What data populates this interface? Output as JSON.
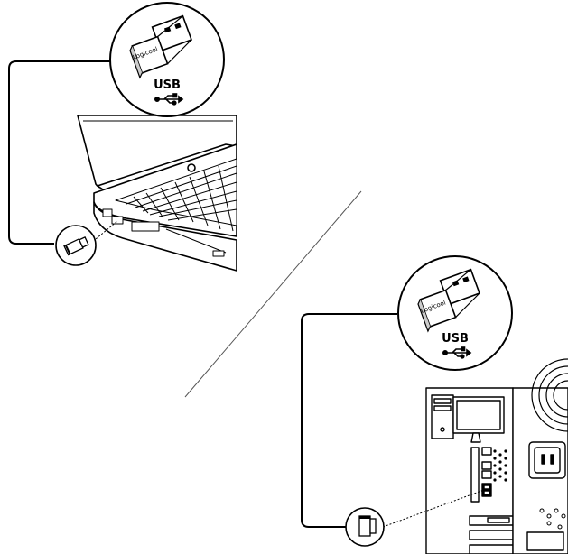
{
  "receiver_callout_top": {
    "brand": "Logicool",
    "port_label": "USB",
    "icon": "usb-trident-icon"
  },
  "receiver_callout_bottom": {
    "brand": "Logicool",
    "port_label": "USB",
    "icon": "usb-trident-icon"
  },
  "illustrations": {
    "laptop": "laptop-illustration",
    "desktop": "desktop-tower-illustration"
  }
}
